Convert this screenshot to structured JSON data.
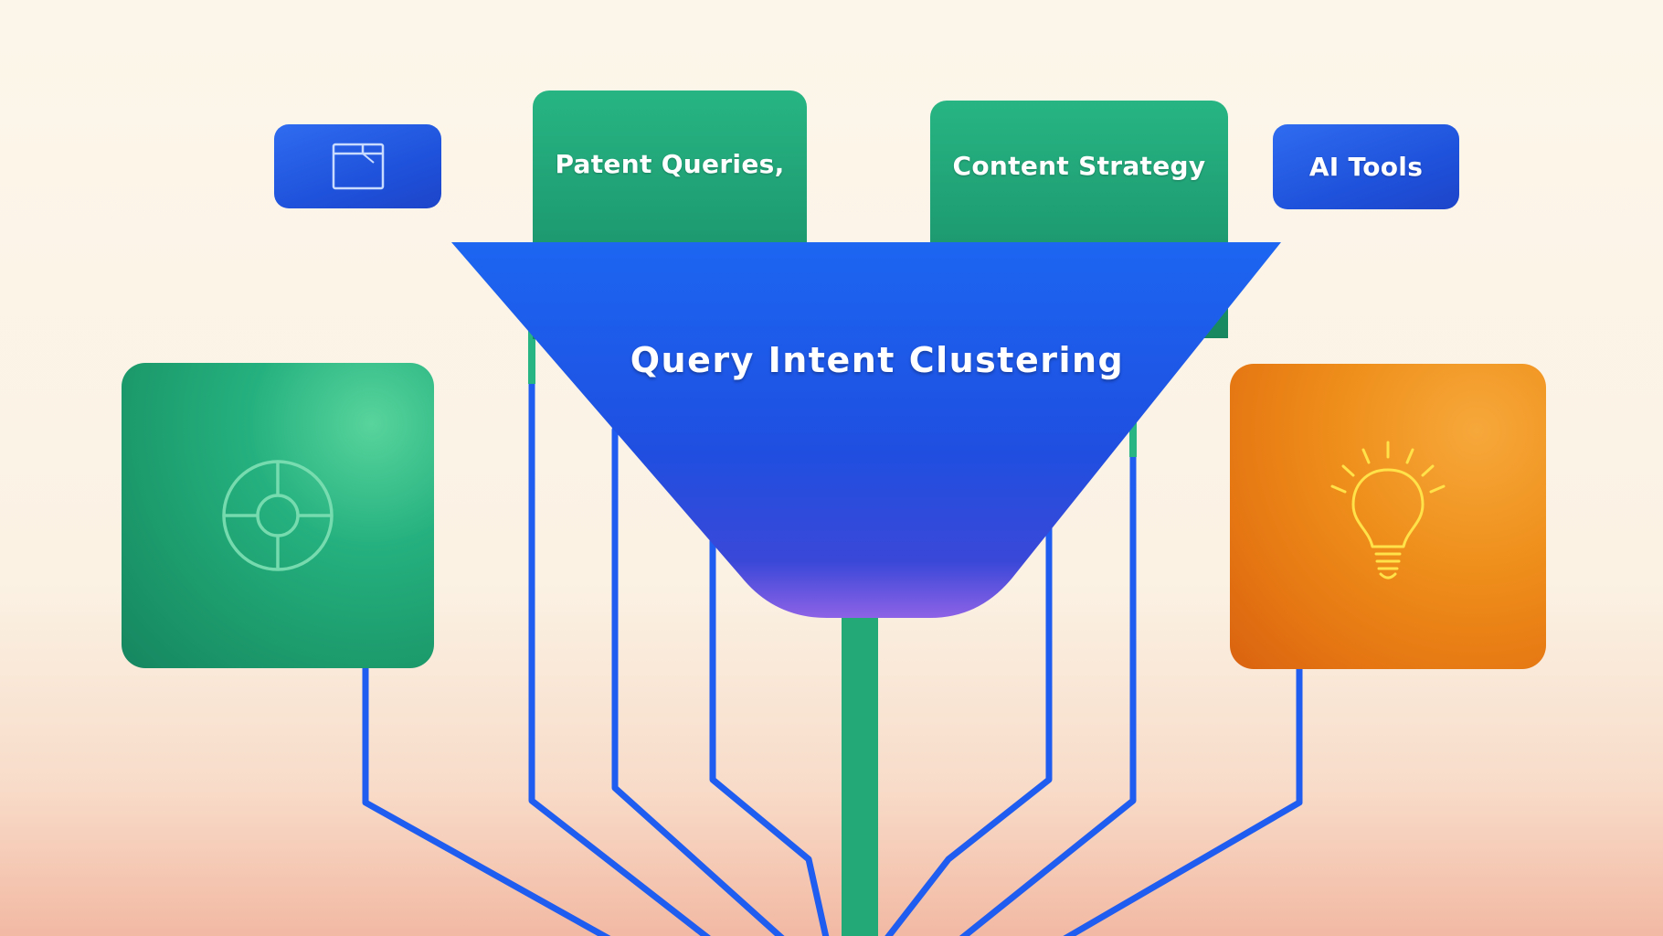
{
  "tiles": {
    "patent_label": "Patent Queries,",
    "content_label": "Content Strategy",
    "ai_label": "AI Tools"
  },
  "funnel": {
    "label": "Query Intent Clustering"
  },
  "icons": {
    "top_left": "browser-window-icon",
    "left_card": "target-crosshair-icon",
    "right_card": "lightbulb-icon"
  },
  "colors": {
    "blue": "#1f52dc",
    "green": "#1e9c72",
    "orange": "#ef8f1b",
    "line_blue": "#1f5cf0",
    "icon_yellow": "#ffe14a"
  }
}
